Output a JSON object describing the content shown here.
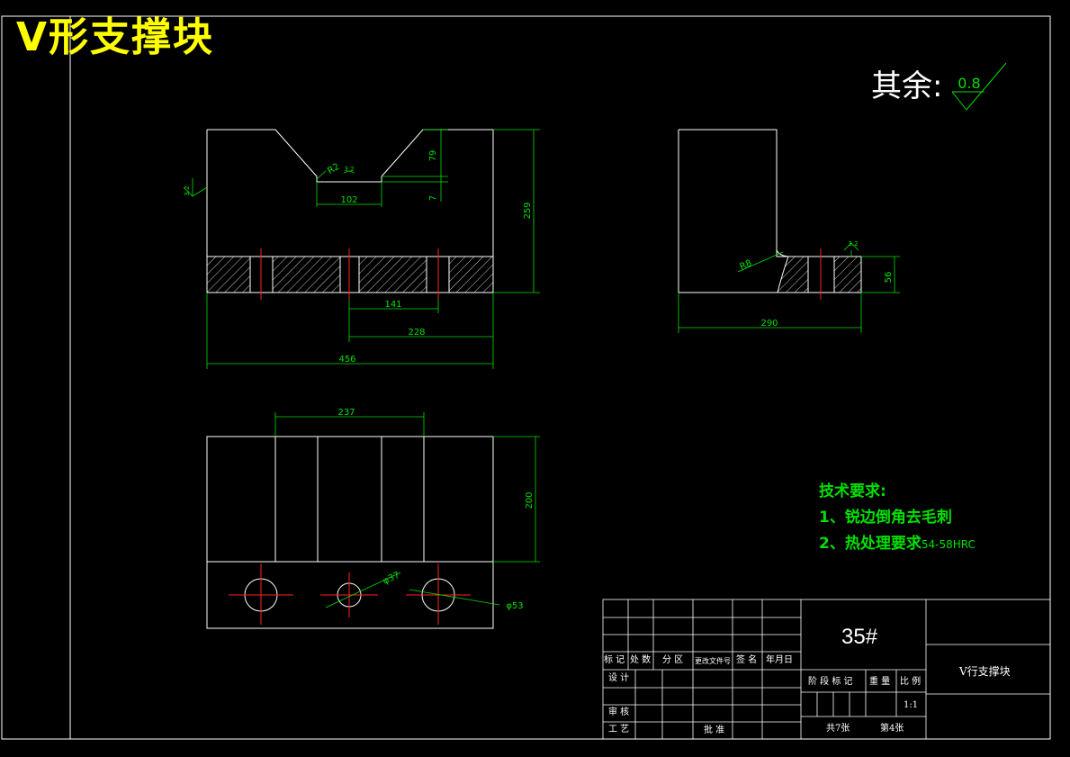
{
  "title": "V形支撑块",
  "roughness": {
    "label": "其余:",
    "value": "0.8",
    "local_value": "3.2"
  },
  "dimensions": {
    "front": [
      "102",
      "79",
      "7",
      "R2",
      "259",
      "141",
      "228",
      "456"
    ],
    "side": [
      "R8",
      "56",
      "290"
    ],
    "top": [
      "237",
      "200",
      "φ37",
      "φ53"
    ]
  },
  "tech_req": {
    "heading": "技术要求:",
    "item1": "1、锐边倒角去毛刺",
    "item2_main": "2、热处理要求",
    "item2_suffix": "54-58HRC"
  },
  "title_block": {
    "material": "35#",
    "part_name": "V行支撑块",
    "header_cells": [
      "标 记",
      "处 数",
      "分 区",
      "更改文件号",
      "签 名",
      "年月日"
    ],
    "design": "设 计",
    "review": "审 核",
    "process": "工 艺",
    "approve": "批 准",
    "stage_headers": [
      "阶 段 标 记",
      "重 量",
      "比 例"
    ],
    "scale": "1:1",
    "sheets_total": "共7张",
    "sheet_no": "第4张"
  }
}
